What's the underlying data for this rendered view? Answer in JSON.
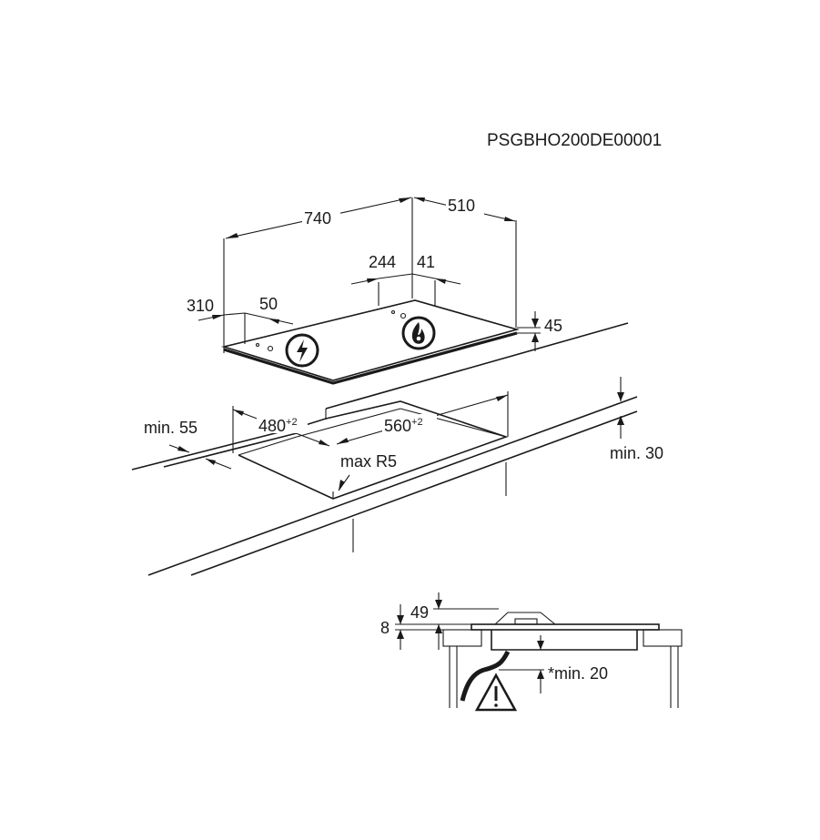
{
  "header": {
    "code": "PSGBHO200DE00001"
  },
  "dimensions": {
    "width_740": "740",
    "depth_510": "510",
    "d244": "244",
    "d41": "41",
    "d310": "310",
    "d50": "50",
    "height_45": "45"
  },
  "cutout": {
    "min55": "min. 55",
    "depth_480": "480",
    "depth_480_tol": "+2",
    "width_560": "560",
    "width_560_tol": "+2",
    "radius": "max R5",
    "min30": "min. 30"
  },
  "section": {
    "d49": "49",
    "d8": "8",
    "min20": "*min. 20"
  },
  "icons": {
    "electric": "lightning-bolt-icon",
    "gas": "flame-icon",
    "warning": "warning-triangle-icon"
  }
}
